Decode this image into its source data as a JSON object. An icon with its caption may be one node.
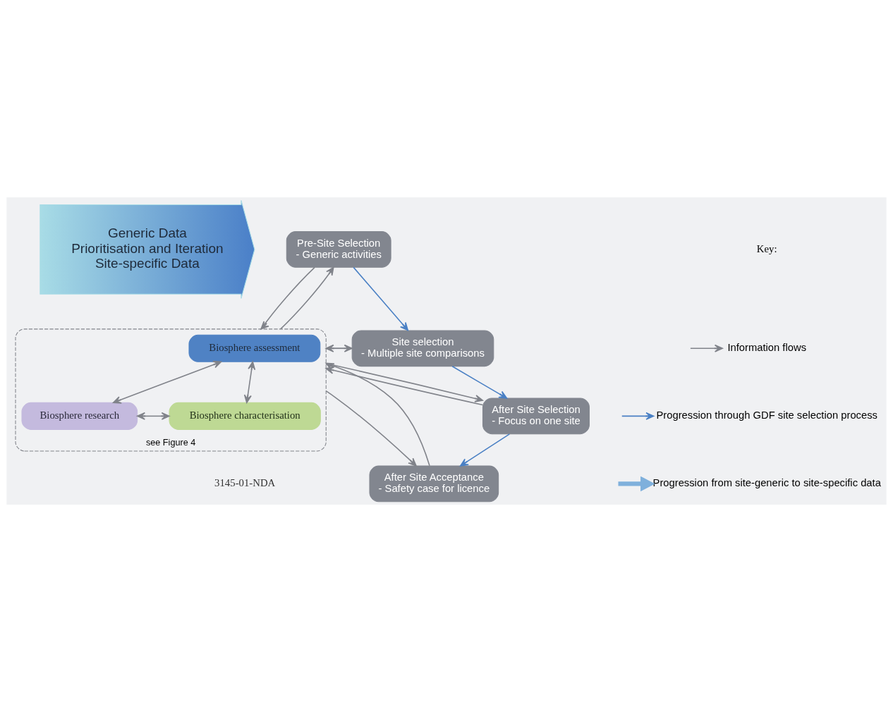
{
  "diagram": {
    "nodes": [
      {
        "text": [
          "Generic Data",
          "Prioritisation and Iteration",
          "Site-specific Data"
        ]
      },
      {
        "text": [
          "Pre-Site Selection",
          "- Generic activities"
        ]
      },
      {
        "text": [
          "Site selection",
          "- Multiple site comparisons"
        ]
      },
      {
        "text": [
          "After Site Selection",
          "- Focus on one site"
        ]
      },
      {
        "text": [
          "After Site Acceptance",
          "- Safety case for licence"
        ]
      },
      {
        "text": [
          "see Figure 4"
        ]
      },
      {
        "text": [
          "Biosphere assessment"
        ],
        "in": 5
      },
      {
        "text": [
          "Biosphere research"
        ],
        "in": 5
      },
      {
        "text": [
          "Biosphere characterisation"
        ],
        "in": 5
      }
    ],
    "edges": [
      {
        "from": 5,
        "to": 1,
        "arrow": "to"
      },
      {
        "from": 1,
        "to": 5,
        "arrow": "to"
      },
      {
        "from": 1,
        "to": 2,
        "arrow": "to",
        "color": "#4a80c4"
      },
      {
        "from": 5,
        "to": 2,
        "arrow": "to"
      },
      {
        "from": 2,
        "to": 5,
        "arrow": "to"
      },
      {
        "from": 2,
        "to": 3,
        "arrow": "to",
        "color": "#4a80c4"
      },
      {
        "from": 5,
        "to": 3,
        "arrow": "to"
      },
      {
        "from": 3,
        "to": 5,
        "arrow": "to"
      },
      {
        "from": 3,
        "to": 4,
        "arrow": "to",
        "color": "#4a80c4"
      },
      {
        "from": 5,
        "to": 4,
        "arrow": "to"
      },
      {
        "from": 4,
        "to": 5,
        "arrow": "to"
      },
      {
        "from": 6,
        "to": 7,
        "arrow": "both"
      },
      {
        "from": 6,
        "to": 8,
        "arrow": "both"
      },
      {
        "from": 7,
        "to": 8,
        "arrow": "both"
      }
    ],
    "labels": [
      "Key:",
      "3145-01-NDA"
    ],
    "legend": [
      {
        "text": "Information flows"
      },
      {
        "text": "Progression through GDF site selection process"
      },
      {
        "text": "Progression from site-generic to site-specific data"
      }
    ]
  }
}
